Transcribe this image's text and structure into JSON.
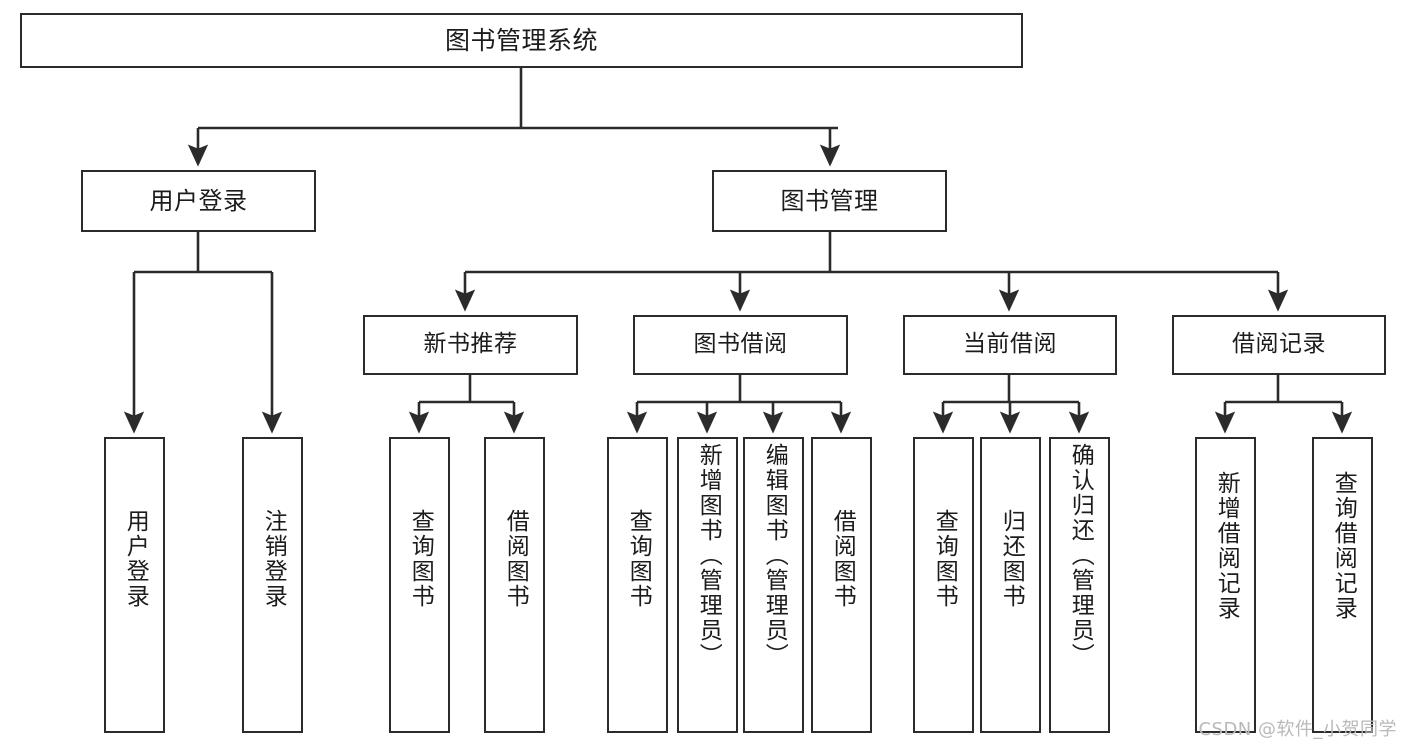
{
  "diagram": {
    "title": "图书管理系统",
    "type": "tree",
    "root": {
      "label": "图书管理系统"
    },
    "level2": [
      {
        "id": "user-login",
        "label": "用户登录"
      },
      {
        "id": "book-management",
        "label": "图书管理"
      }
    ],
    "level3": [
      {
        "id": "new-book-recommend",
        "label": "新书推荐",
        "parent": "book-management"
      },
      {
        "id": "book-borrow",
        "label": "图书借阅",
        "parent": "book-management"
      },
      {
        "id": "current-borrow",
        "label": "当前借阅",
        "parent": "book-management"
      },
      {
        "id": "borrow-record",
        "label": "借阅记录",
        "parent": "book-management"
      }
    ],
    "leaves": [
      {
        "id": "leaf-user-login",
        "label": "用户登录",
        "parent": "user-login"
      },
      {
        "id": "leaf-logout-login",
        "label": "注销登录",
        "parent": "user-login"
      },
      {
        "id": "leaf-query-book-1",
        "label": "查询图书",
        "parent": "new-book-recommend"
      },
      {
        "id": "leaf-borrow-book-1",
        "label": "借阅图书",
        "parent": "new-book-recommend"
      },
      {
        "id": "leaf-query-book-2",
        "label": "查询图书",
        "parent": "book-borrow"
      },
      {
        "id": "leaf-add-book",
        "label": "新增图书（管理员）",
        "parent": "book-borrow"
      },
      {
        "id": "leaf-edit-book",
        "label": "编辑图书（管理员）",
        "parent": "book-borrow"
      },
      {
        "id": "leaf-borrow-book-2",
        "label": "借阅图书",
        "parent": "book-borrow"
      },
      {
        "id": "leaf-query-book-3",
        "label": "查询图书",
        "parent": "current-borrow"
      },
      {
        "id": "leaf-return-book",
        "label": "归还图书",
        "parent": "current-borrow"
      },
      {
        "id": "leaf-confirm-return",
        "label": "确认归还（管理员）",
        "parent": "current-borrow"
      },
      {
        "id": "leaf-add-record",
        "label": "新增借阅记录",
        "parent": "borrow-record"
      },
      {
        "id": "leaf-query-record",
        "label": "查询借阅记录",
        "parent": "borrow-record"
      }
    ]
  },
  "watermark": {
    "text": "CSDN @软件_小贺同学"
  },
  "colors": {
    "stroke": "#2b2b2b",
    "fill": "#ffffff",
    "text": "#1c1c1c",
    "watermark": "#b9b9b9"
  }
}
